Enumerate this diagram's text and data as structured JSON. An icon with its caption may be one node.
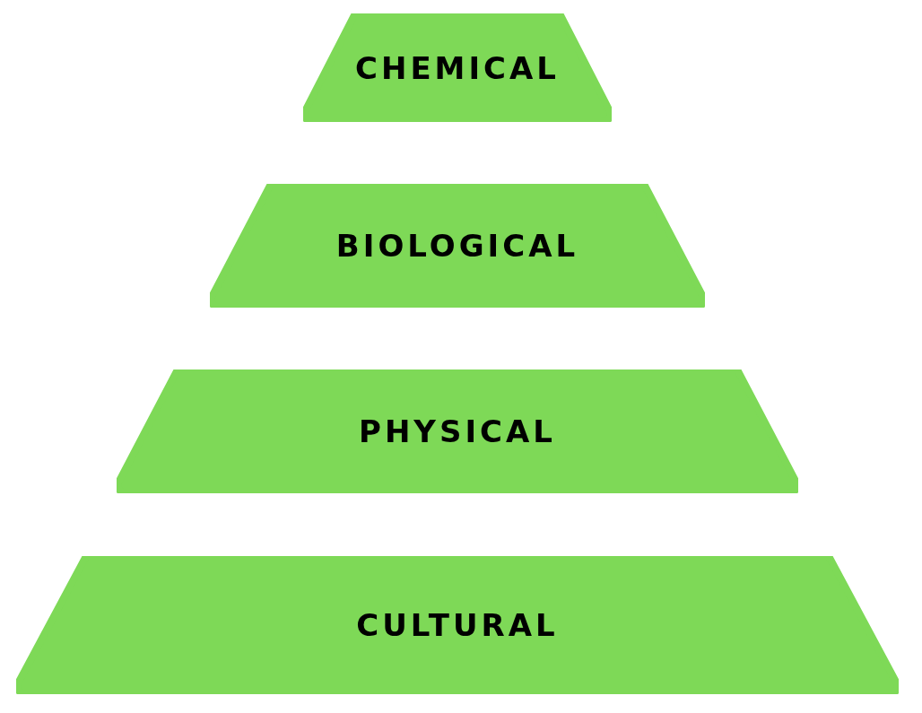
{
  "diagram": {
    "nodes": [
      {
        "text": [
          "CHEMICAL"
        ]
      },
      {
        "text": [
          "BIOLOGICAL"
        ]
      },
      {
        "text": [
          "PHYSICAL"
        ]
      },
      {
        "text": [
          "CULTURAL"
        ]
      }
    ]
  }
}
